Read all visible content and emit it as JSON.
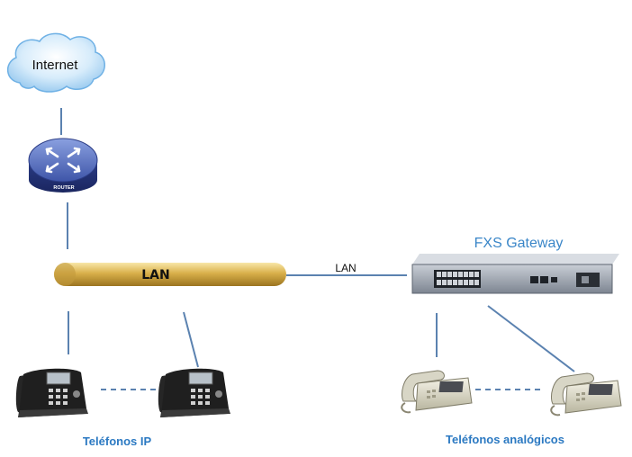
{
  "cloud": {
    "label": "Internet"
  },
  "router": {
    "label": "ROUTER"
  },
  "lan_bar": {
    "label": "LAN"
  },
  "lan_link": {
    "label": "LAN"
  },
  "gateway": {
    "label": "FXS Gateway"
  },
  "ip_phones": {
    "label": "Teléfonos IP"
  },
  "analog_phones": {
    "label": "Teléfonos analógicos"
  },
  "colors": {
    "link": "#5b82b0",
    "cloud": "#bfe0f8",
    "router": "#4a5fa8",
    "lan_bar": "#d9b04a",
    "label_blue": "#2b79c2"
  }
}
